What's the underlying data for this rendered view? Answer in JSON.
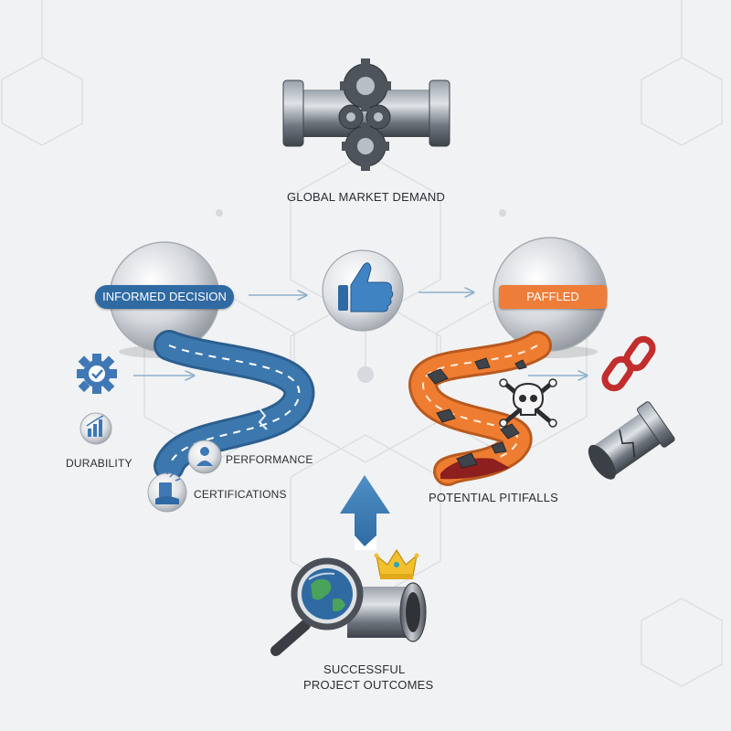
{
  "labels": {
    "top": "GLOBAL MARKET DEMAND",
    "informed": "INFORMED DECISION",
    "failed": "PAFFLED",
    "durability": "DURABILITY",
    "performance": "PERFORMANCE",
    "certifications": "CERTIFICATIONS",
    "pitfalls": "POTENTIAL PITIFALLS",
    "outcome_line1": "SUCCESSFUL",
    "outcome_line2": "PROJECT OUTCOMES"
  },
  "icons": {
    "top": "pipe-with-gears-icon",
    "thumb": "thumbs-up-icon",
    "gear": "gear-check-icon",
    "chart": "bar-chart-icon",
    "person": "person-icon",
    "certificate": "hand-certificate-icon",
    "skull": "skull-crossbones-icon",
    "chain": "broken-chain-icon",
    "broken_pipe": "cracked-pipe-icon",
    "globe": "globe-magnifier-icon",
    "crown": "crown-icon",
    "arrow": "up-arrow-icon"
  },
  "colors": {
    "blue_path": "#3c78ae",
    "orange_path": "#ef7d31",
    "pill_blue": "#2f6aa3",
    "pill_orange": "#ee7d3a",
    "chain_red": "#c22d2d",
    "text": "#2a2d31"
  }
}
